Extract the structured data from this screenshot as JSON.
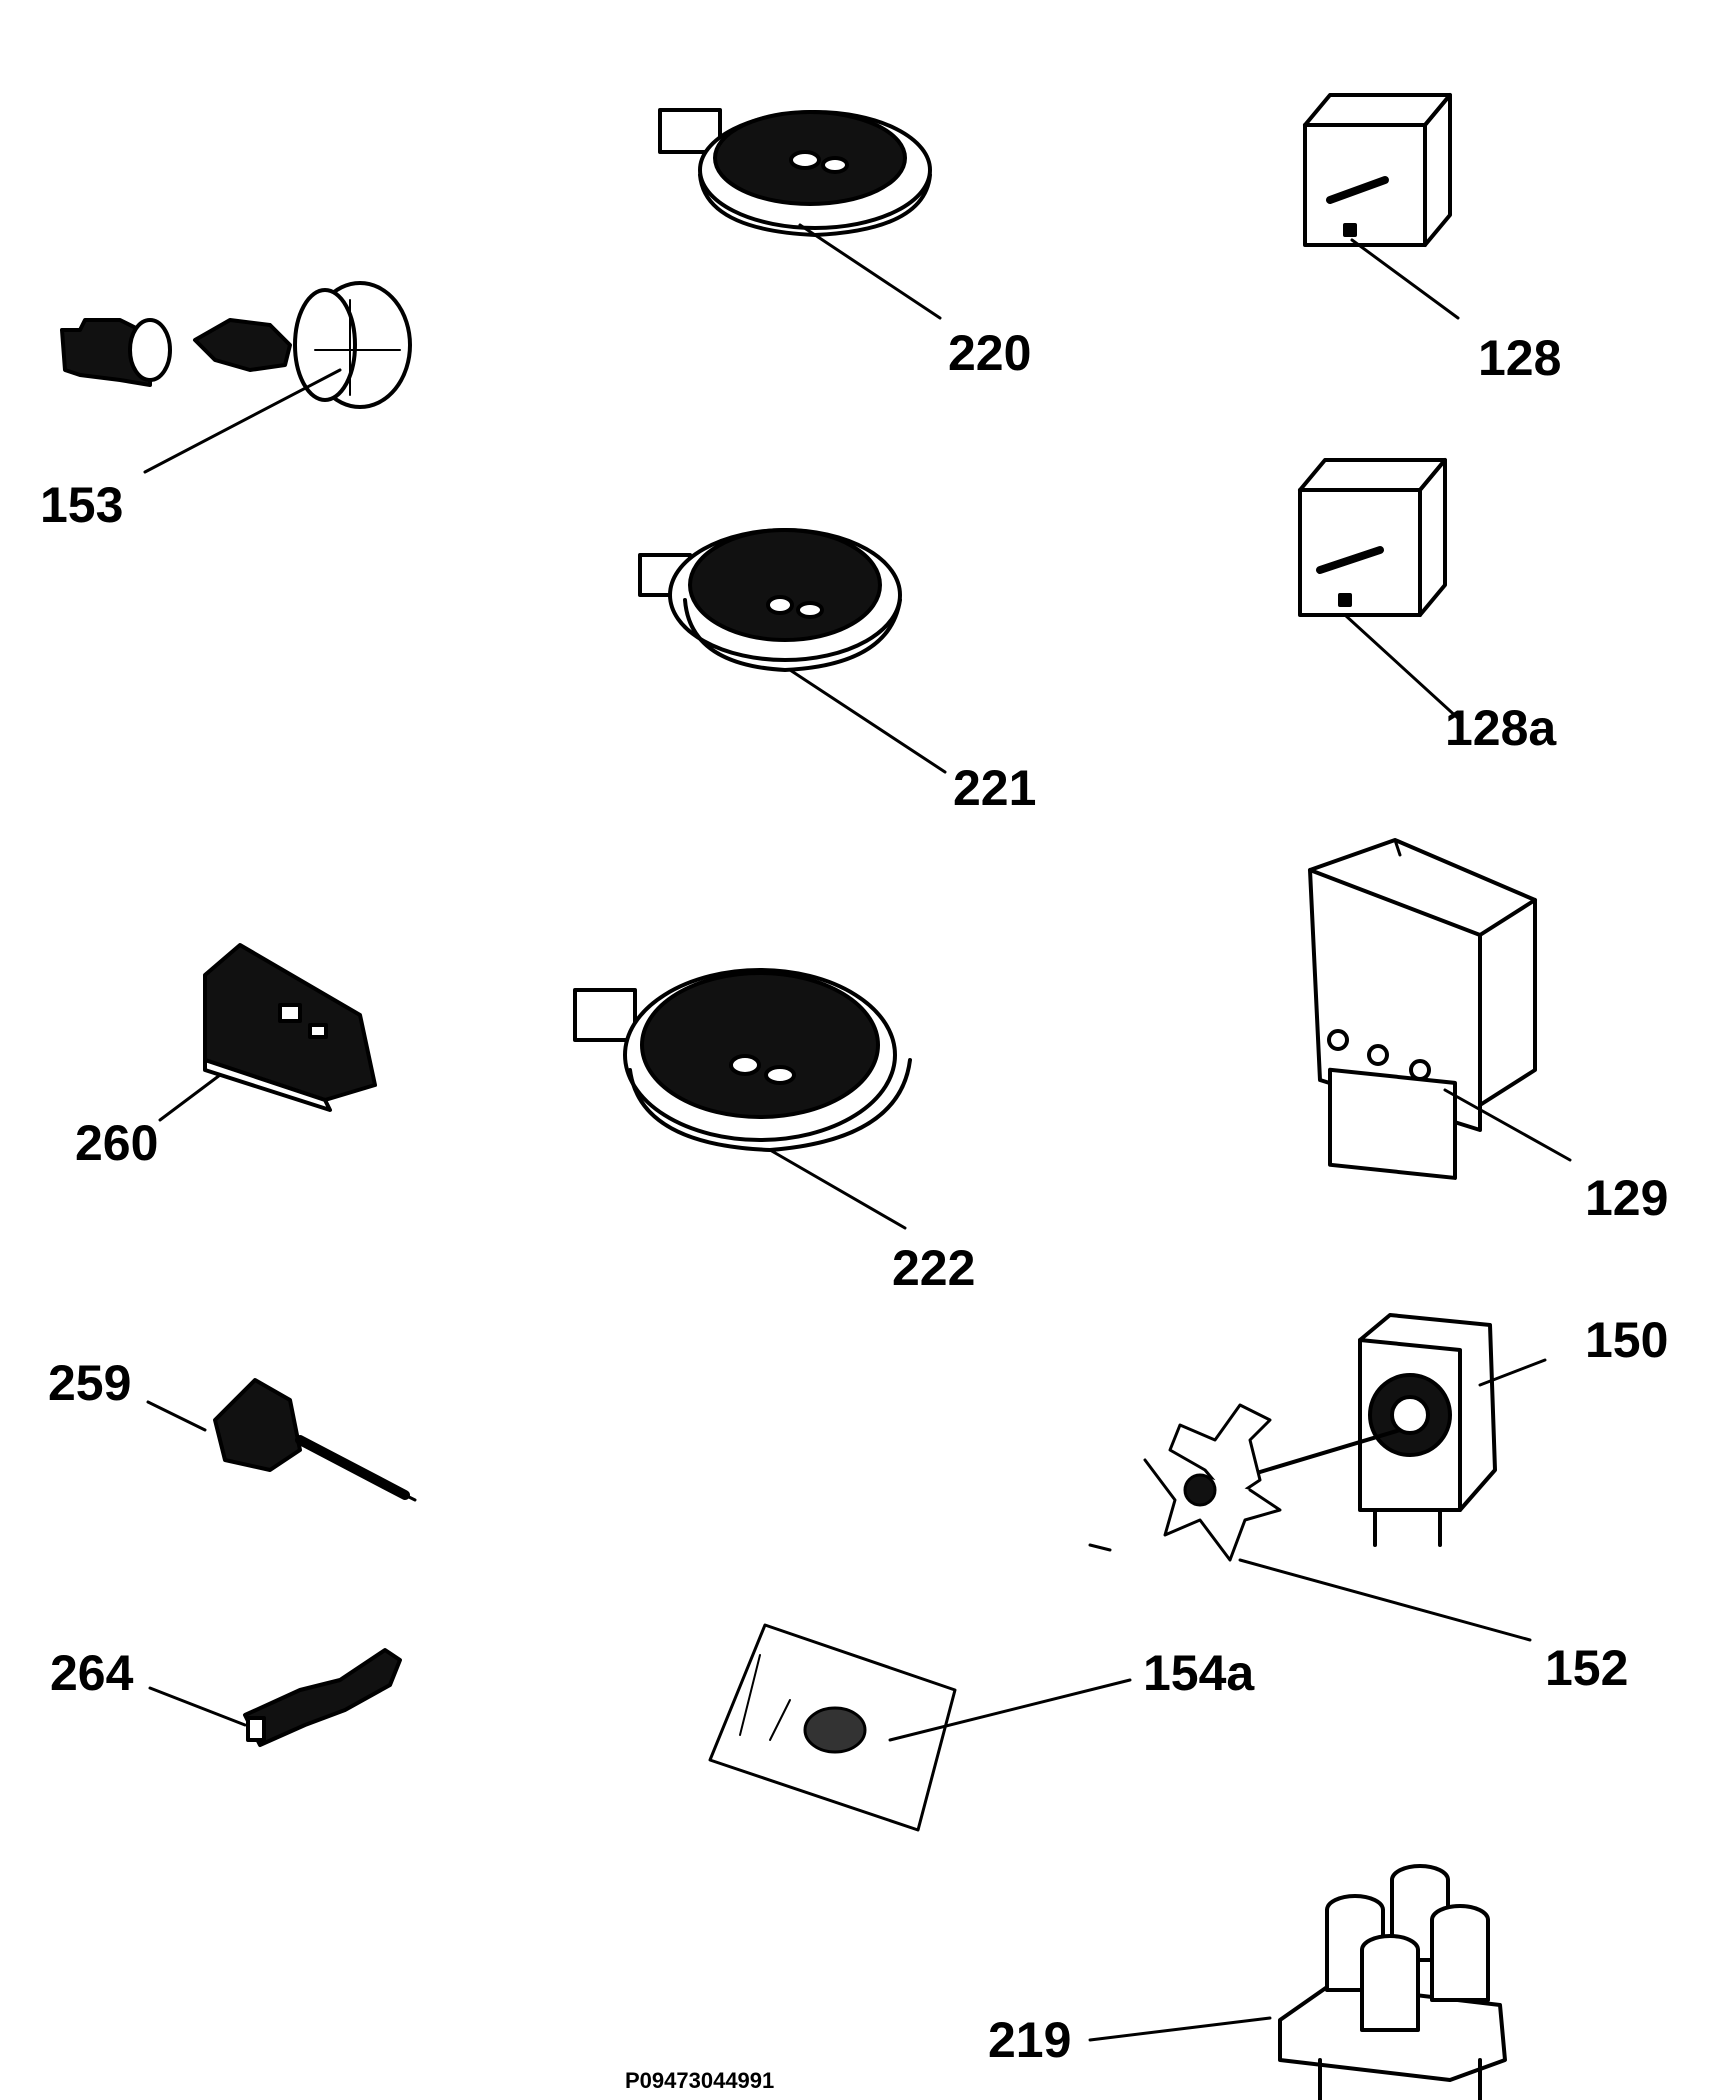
{
  "diagram": {
    "part_numbers": {
      "p220": "220",
      "p128": "128",
      "p153": "153",
      "p221": "221",
      "p128a": "128a",
      "p260": "260",
      "p129": "129",
      "p222": "222",
      "p259": "259",
      "p150": "150",
      "p152": "152",
      "p264": "264",
      "p154a": "154a",
      "p219": "219"
    },
    "drawing_code": "P09473044991"
  }
}
